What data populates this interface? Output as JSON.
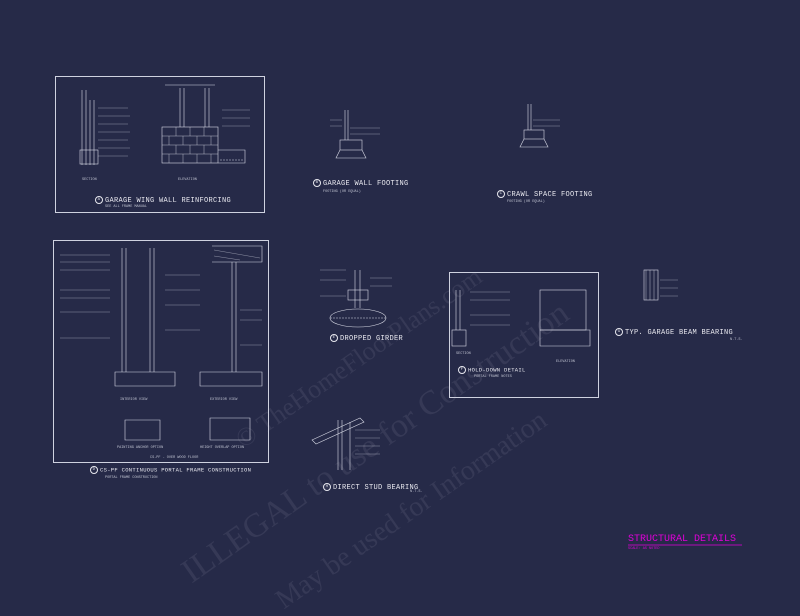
{
  "details": {
    "a": {
      "mark": "A",
      "title": "GARAGE WING WALL REINFORCING",
      "sub": "SEE ALL FRAME MANUAL",
      "section": "SECTION",
      "elevation": "ELEVATION"
    },
    "b": {
      "mark": "B",
      "title": "GARAGE WALL FOOTING",
      "sub": "FOOTING (OR EQUAL)"
    },
    "c": {
      "mark": "C",
      "title": "CRAWL SPACE FOOTING",
      "sub": "FOOTING (OR EQUAL)"
    },
    "d": {
      "mark": "D",
      "title": "CS-PF CONTINUOUS PORTAL FRAME CONSTRUCTION",
      "sub": "PORTAL FRAME CONSTRUCTION",
      "interior": "INTERIOR VIEW",
      "exterior": "EXTERIOR VIEW",
      "anchor": "PAINTING ANCHOR OPTION",
      "overlap": "HEIGHT OVERLAP OPTION",
      "floor": "CS-PF - OVER WOOD FLOOR"
    },
    "e": {
      "mark": "E",
      "title": "DROPPED GIRDER"
    },
    "f": {
      "mark": "F",
      "title": "HOLD-DOWN DETAIL",
      "sub": "PORTAL FRAME NOTES",
      "section": "SECTION",
      "elevation": "ELEVATION"
    },
    "g": {
      "mark": "G",
      "title": "TYP. GARAGE BEAM BEARING",
      "sub": "N.T.S."
    },
    "h": {
      "mark": "H",
      "title": "DIRECT STUD BEARING",
      "sub": "N.T.S."
    }
  },
  "sheet": {
    "title": "STRUCTURAL DETAILS",
    "scale": "SCALE: AS NOTED"
  },
  "watermark": {
    "line1": "ILLEGAL to use for Construction",
    "line2": "© TheHomeFloorPlans.com",
    "line3": "May be used for Information"
  },
  "colors": {
    "background": "#262a48",
    "line": "#cfd2e0",
    "accent": "#e000d8"
  }
}
